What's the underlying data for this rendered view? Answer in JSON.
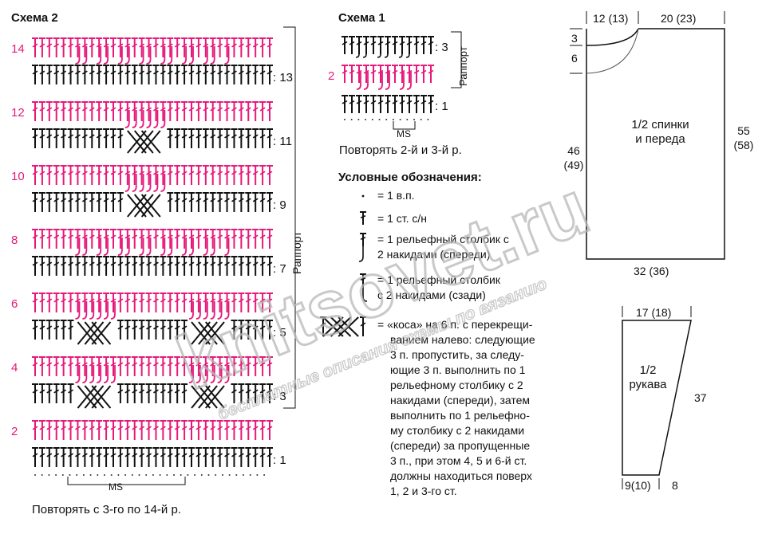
{
  "scheme2": {
    "title": "Схема 2",
    "rapport": "Раппорт",
    "ms": "MS",
    "repeat": "Повторять с 3-го по 14-й р.",
    "rows": [
      {
        "num": "14",
        "side": "left",
        "type": "pink-relief"
      },
      {
        "num": "13",
        "side": "right",
        "type": "black"
      },
      {
        "num": "12",
        "side": "left",
        "type": "pink-relief-mid"
      },
      {
        "num": "11",
        "side": "right",
        "type": "black-cable-mid"
      },
      {
        "num": "10",
        "side": "left",
        "type": "pink-relief-mid"
      },
      {
        "num": "9",
        "side": "right",
        "type": "black-cable-mid"
      },
      {
        "num": "8",
        "side": "left",
        "type": "pink-relief"
      },
      {
        "num": "7",
        "side": "right",
        "type": "black"
      },
      {
        "num": "6",
        "side": "left",
        "type": "pink-relief-double"
      },
      {
        "num": "5",
        "side": "right",
        "type": "black-cable-double"
      },
      {
        "num": "4",
        "side": "left",
        "type": "pink-relief-double"
      },
      {
        "num": "3",
        "side": "right",
        "type": "black-cable-double"
      },
      {
        "num": "2",
        "side": "left",
        "type": "pink"
      },
      {
        "num": "1",
        "side": "right",
        "type": "black"
      }
    ]
  },
  "scheme1": {
    "title": "Схема 1",
    "rapport": "Раппорт",
    "ms": "MS",
    "repeat": "Повторять 2-й и 3-й р.",
    "rows": [
      {
        "num": "3",
        "side": "right",
        "type": "black-relief"
      },
      {
        "num": "2",
        "side": "left",
        "type": "pink-relief"
      },
      {
        "num": "1",
        "side": "right",
        "type": "black"
      }
    ]
  },
  "legend": {
    "title": "Условные обозначения:",
    "items": [
      {
        "icon": "chain-dot-icon",
        "lines": [
          "= 1 в.п."
        ]
      },
      {
        "icon": "double-crochet-icon",
        "lines": [
          "= 1 ст. с/н"
        ]
      },
      {
        "icon": "front-post-stitch-icon",
        "lines": [
          "= 1 рельефный столбик с",
          "2 накидами (спереди)"
        ]
      },
      {
        "icon": "back-post-stitch-icon",
        "lines": [
          "= 1 рельефный столбик",
          "с 2 накидами (сзади)"
        ]
      },
      {
        "icon": "cable-cross-icon",
        "lines": [
          "= «коса» на 6 п. с перекрещи-",
          "ванием налево: следующие",
          "3 п. пропустить, за следу-",
          "ющие 3 п. выполнить по 1",
          "рельефному столбику с 2",
          "накидами (спереди), затем",
          "выполнить по 1 рельефно-",
          "му столбику с 2 накидами",
          "(спереди) за пропущенные",
          "3 п., при этом 4, 5 и 6-й ст.",
          "должны находиться поверх",
          "1, 2 и 3-го ст."
        ]
      }
    ]
  },
  "back_pattern": {
    "title_line1": "1/2 спинки",
    "title_line2": "и переда",
    "top_left": "12 (13)",
    "top_right": "20 (23)",
    "neck_3": "3",
    "neck_6": "6",
    "side_left_1": "46",
    "side_left_2": "(49)",
    "side_right_1": "55",
    "side_right_2": "(58)",
    "bottom": "32 (36)"
  },
  "sleeve_pattern": {
    "title_line1": "1/2",
    "title_line2": "рукава",
    "top": "17 (18)",
    "side": "37",
    "bottom_left": "9(10)",
    "bottom_right": "8"
  },
  "watermark": {
    "main": "knitsovet.ru",
    "sub": "бесплатные описания схемы по вязанию"
  },
  "colors": {
    "pink": "#e6197a",
    "black": "#111111",
    "watermark": "#c9c9c9"
  }
}
